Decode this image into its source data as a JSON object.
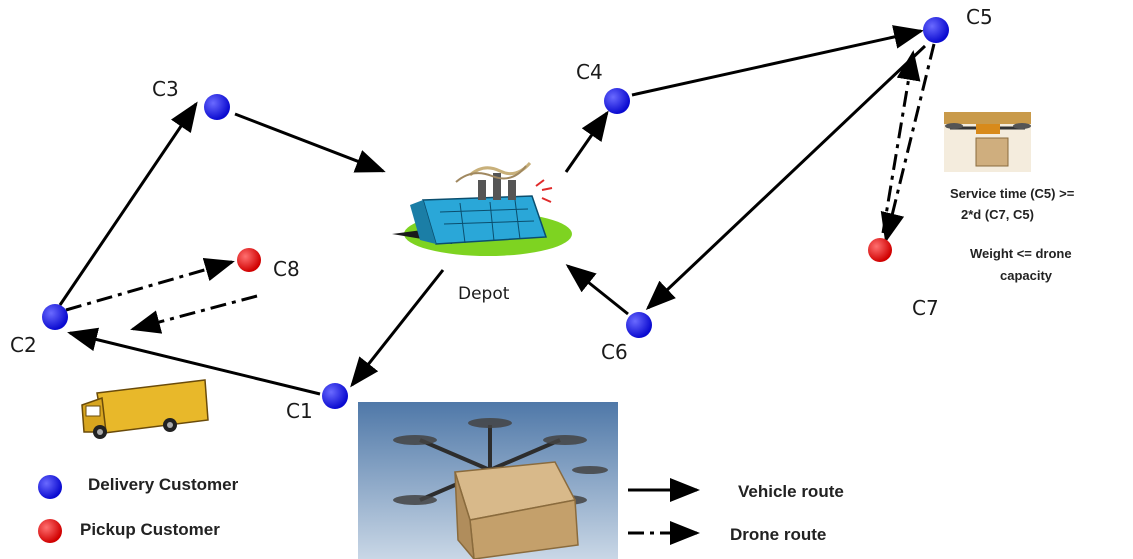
{
  "nodes": {
    "c1": "C1",
    "c2": "C2",
    "c3": "C3",
    "c4": "C4",
    "c5": "C5",
    "c6": "C6",
    "c7": "C7",
    "c8": "C8"
  },
  "depot_label": "Depot",
  "note": {
    "line1": "Service time (C5) >=",
    "line2": "2*d (C7, C5)",
    "line3": "Weight <= drone",
    "line4": "capacity"
  },
  "legend": {
    "delivery": "Delivery Customer",
    "pickup": "Pickup Customer",
    "vehicle_route": "Vehicle route",
    "drone_route": "Drone route"
  },
  "colors": {
    "delivery": "#1010e0",
    "pickup": "#e01010",
    "route": "#000000"
  }
}
